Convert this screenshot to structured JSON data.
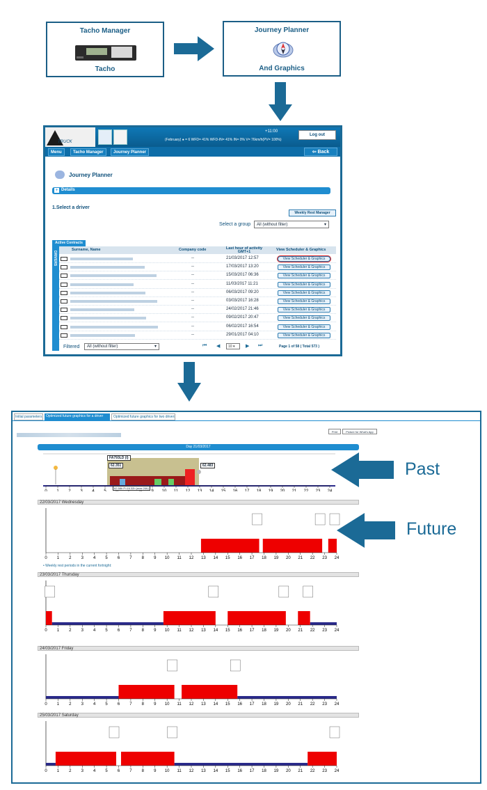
{
  "flow": {
    "tacho_card": {
      "title": "Tacho Manager",
      "subtitle": "Tacho"
    },
    "journey_card": {
      "title": "Journey Planner",
      "subtitle": "And Graphics"
    }
  },
  "app": {
    "status_line": "(February)  ● = 6  WFD= 41%  WFD-IN= 41%  IN= 0%  V= 76km/h(PV= 100%)",
    "status_top": "+11:00",
    "logout_label": "Log out",
    "back_label": "Back",
    "nav": [
      "Menu",
      "Tacho Manager",
      "Journey Planner"
    ],
    "page_title": "Journey Planner",
    "details_label": "Details",
    "select_driver_label": "1.Select a driver",
    "weekly_rest_button": "Weekly Rest Manager",
    "select_group_label": "Select a group",
    "select_group_value": "All (without filter)",
    "active_contracts_tab": "Active Contracts",
    "drivers_side_label": "DRIVERS",
    "columns": [
      "Surname, Name",
      "Company code",
      "Last hour of activity GMT+1",
      "View Scheduler & Graphics"
    ],
    "rows": [
      {
        "company": "--",
        "last": "21/03/2017 12:57",
        "button": "View Scheduler & Graphics"
      },
      {
        "company": "--",
        "last": "17/03/2017 13:20",
        "button": "View Scheduler & Graphics"
      },
      {
        "company": "--",
        "last": "15/03/2017 06:36",
        "button": "View Scheduler & Graphics"
      },
      {
        "company": "--",
        "last": "11/03/2017 11:21",
        "button": "View Scheduler & Graphics"
      },
      {
        "company": "--",
        "last": "06/03/2017 09:20",
        "button": "View Scheduler & Graphics"
      },
      {
        "company": "--",
        "last": "03/03/2017 16:28",
        "button": "View Scheduler & Graphics"
      },
      {
        "company": "--",
        "last": "24/02/2017 21:46",
        "button": "View Scheduler & Graphics"
      },
      {
        "company": "--",
        "last": "09/02/2017 20:47",
        "button": "View Scheduler & Graphics"
      },
      {
        "company": "--",
        "last": "06/02/2017 16:54",
        "button": "View Scheduler & Graphics"
      },
      {
        "company": "--",
        "last": "29/01/2017 04:10",
        "button": "View Scheduler & Graphics"
      }
    ],
    "filtered_label": "Filtered",
    "filtered_value": "All (without filter)",
    "page_size": "10",
    "pagination": "Page 1  of  58  ( Total 573 )"
  },
  "graphics": {
    "tabs": [
      "Initial parameters",
      "Optimized future graphics for a driver",
      "Optimized future graphics for two drivers"
    ],
    "print_label": "Print",
    "picture_label": "Picture for What's App",
    "day_header": "Day 21/03/2017",
    "past_plate": "FA793LD (I)",
    "past_km_left": "62.351",
    "past_km_right": "62.483",
    "past_summary": "62.58h  P=16.32h  (max 24h)",
    "days": [
      {
        "label": "22/03/2017 Wednesday"
      },
      {
        "label": "23/03/2017 Thursday"
      },
      {
        "label": "24/03/2017 Friday"
      },
      {
        "label": "25/03/2017 Saturday"
      }
    ],
    "weekly_rest_note": "Weekly rest periods in the current fortnight:",
    "axis_hours": [
      "0",
      "1",
      "2",
      "3",
      "4",
      "5",
      "6",
      "7",
      "8",
      "9",
      "10",
      "11",
      "12",
      "13",
      "14",
      "15",
      "16",
      "17",
      "18",
      "19",
      "20",
      "21",
      "22",
      "23",
      "24"
    ]
  },
  "labels": {
    "past": "Past",
    "future": "Future"
  },
  "colors": {
    "brand": "#1b6a96",
    "drive": "#ee0000",
    "rest": "#2a2a8a",
    "pastbg": "#c8c090"
  }
}
